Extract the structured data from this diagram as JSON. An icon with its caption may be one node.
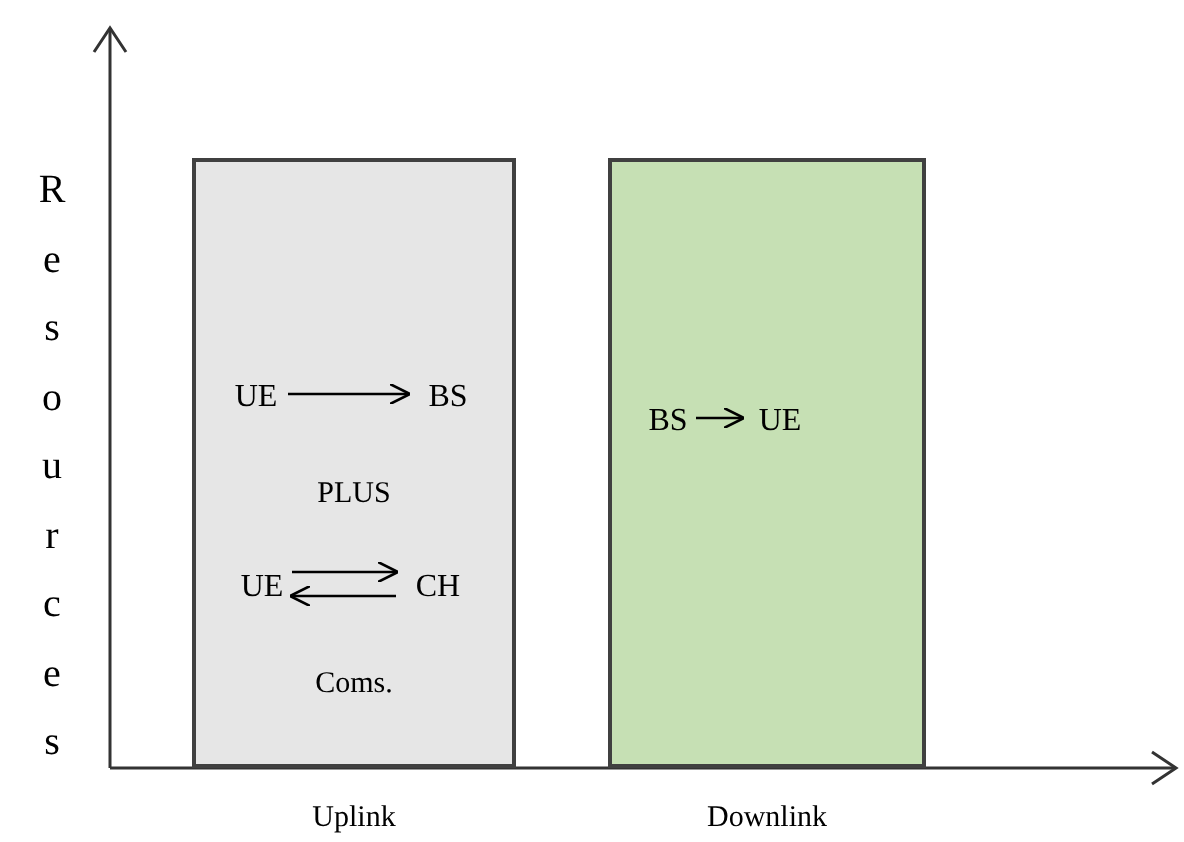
{
  "diagram": {
    "nodes": [
      {
        "text": [
          "PLUS",
          "Coms."
        ],
        "beside": [
          "Uplink"
        ]
      },
      {
        "text": [
          "UE"
        ],
        "in": 0
      },
      {
        "text": [
          "BS"
        ],
        "in": 0
      },
      {
        "text": [
          "UE"
        ],
        "in": 0
      },
      {
        "text": [
          "CH"
        ],
        "in": 0
      },
      {
        "text": [],
        "shape": "box",
        "beside": [
          "Downlink"
        ]
      },
      {
        "text": [
          "BS"
        ],
        "in": 5
      },
      {
        "text": [
          "UE"
        ],
        "in": 5
      }
    ],
    "edges": [
      {
        "from": 1,
        "to": 2,
        "arrow": "to"
      },
      {
        "from": 3,
        "to": 4,
        "arrow": "to"
      },
      {
        "from": 4,
        "to": 3,
        "arrow": "to"
      },
      {
        "from": 6,
        "to": 7,
        "arrow": "to"
      }
    ],
    "labels": [
      "Resources"
    ]
  }
}
